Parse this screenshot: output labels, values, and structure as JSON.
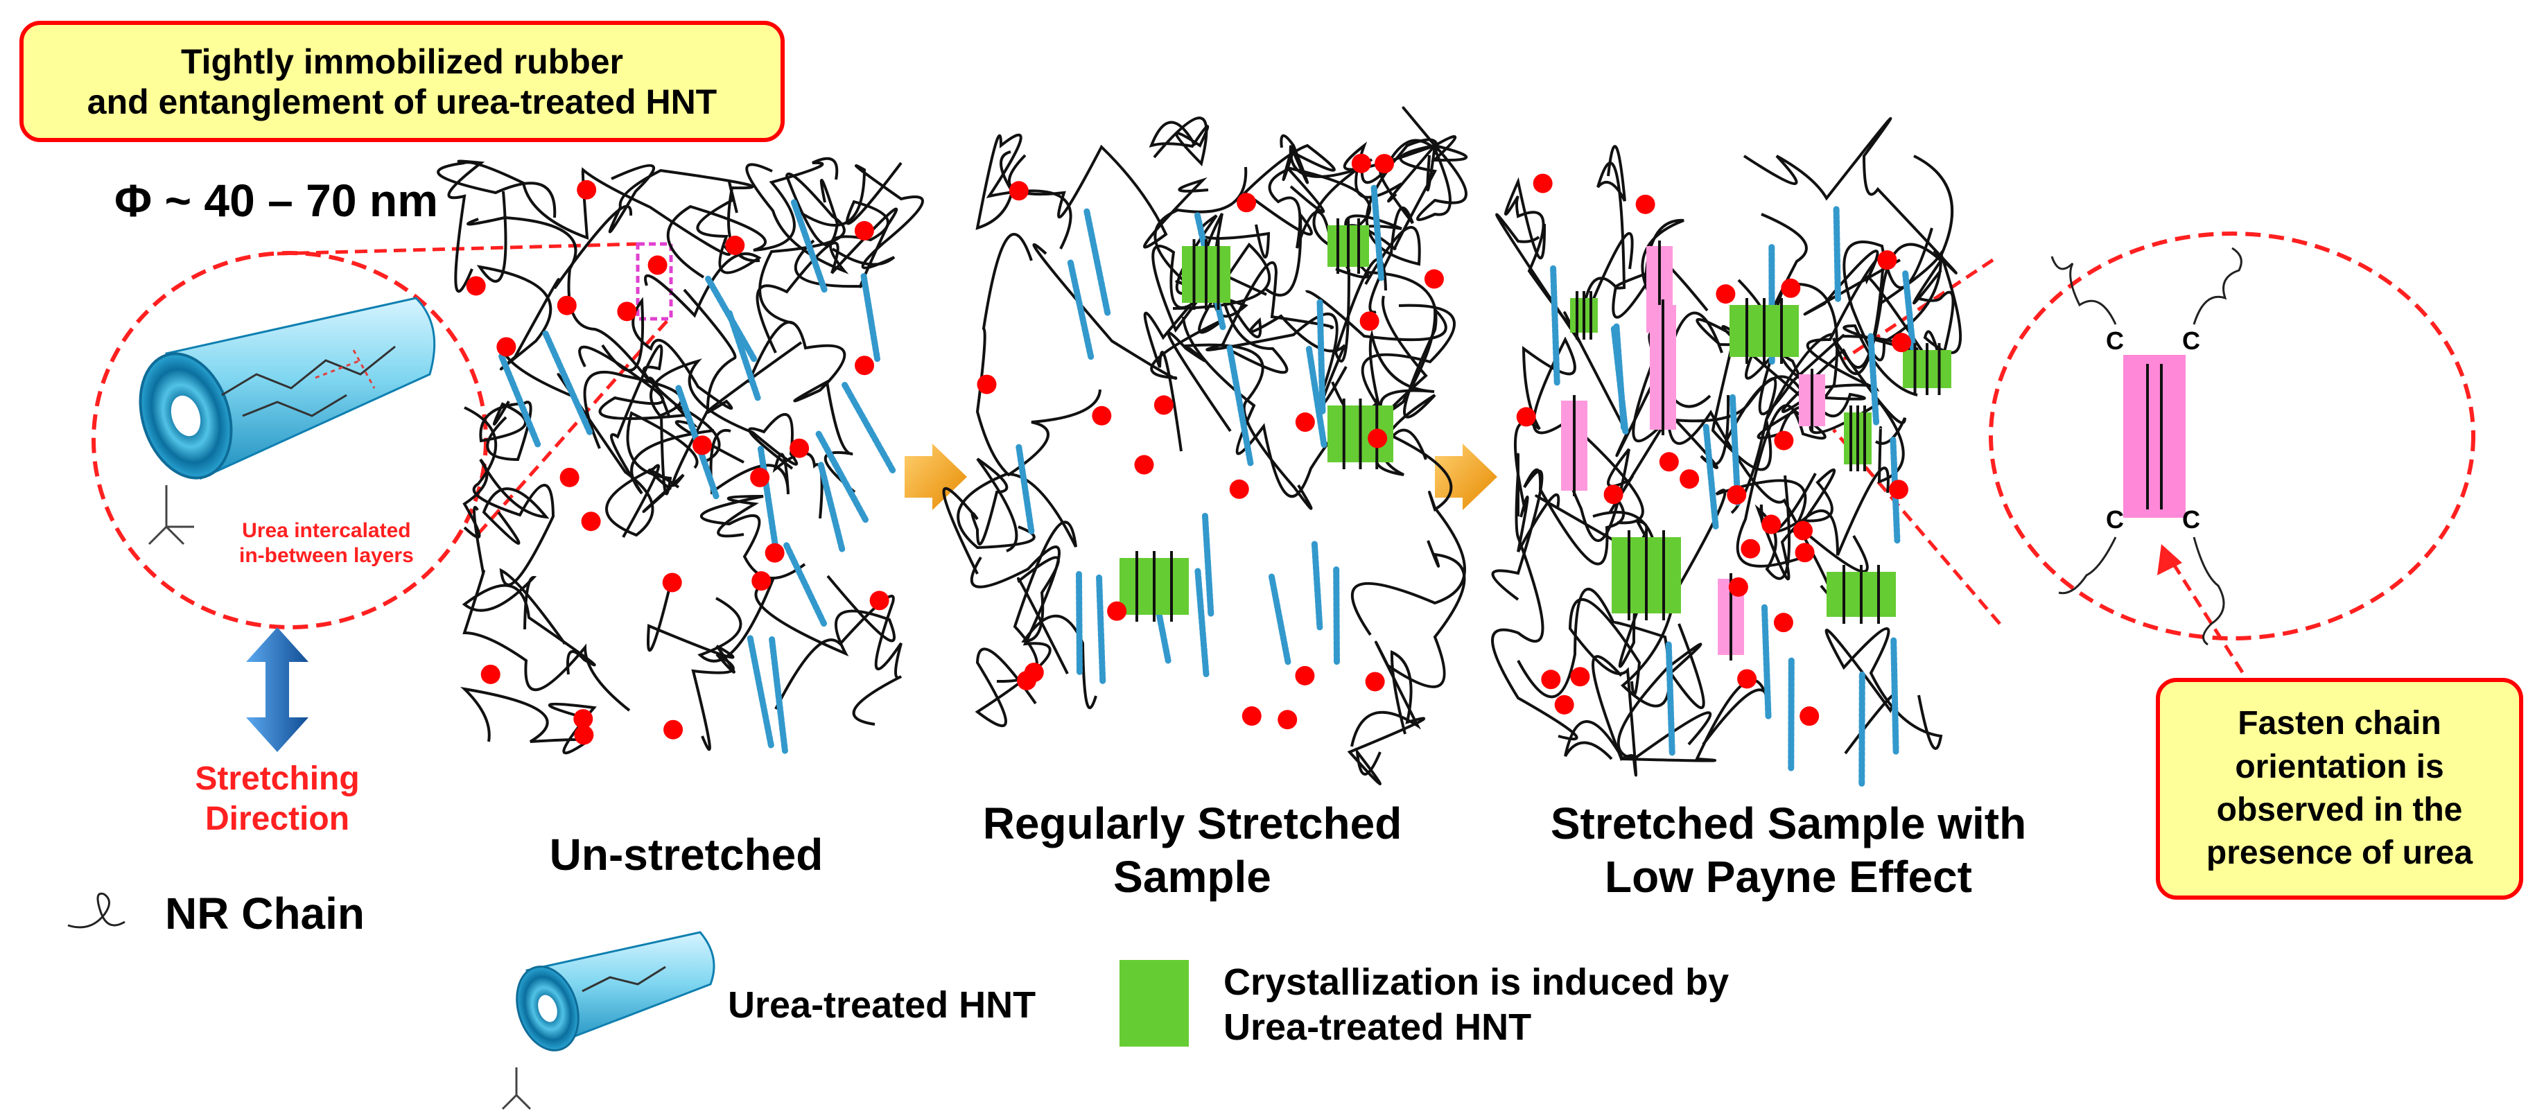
{
  "top_callout": {
    "line1": "Tightly immobilized rubber",
    "line2": "and entanglement of urea-treated HNT"
  },
  "diameter_label": "Φ ~ 40 – 70 nm",
  "urea_note": {
    "line1": "Urea intercalated",
    "line2": "in-between layers"
  },
  "stretch_direction": {
    "line1": "Stretching",
    "line2": "Direction"
  },
  "legend": {
    "chain": "NR Chain",
    "hnt": "Urea-treated HNT",
    "crystal_line1": "Crystallization is induced by",
    "crystal_line2": "Urea-treated HNT"
  },
  "panels": {
    "unstretched": "Un-stretched",
    "regular_line1": "Regularly Stretched",
    "regular_line2": "Sample",
    "low_payne_line1": "Stretched Sample with",
    "low_payne_line2": "Low Payne Effect"
  },
  "zoom_atoms": [
    "C",
    "C",
    "C",
    "C"
  ],
  "right_callout": {
    "line1": "Fasten chain",
    "line2": "orientation is",
    "line3": "observed in the",
    "line4": "presence of urea"
  },
  "colors": {
    "callout_fill": "#ffff99",
    "callout_border": "#ff0000",
    "crosslink": "#ff0000",
    "crystal": "#66cc33",
    "orientation": "#ff99dd",
    "hnt": "#3399cc",
    "arrow_orange": "#f5a020",
    "arrow_blue": "#1f6fc0"
  }
}
